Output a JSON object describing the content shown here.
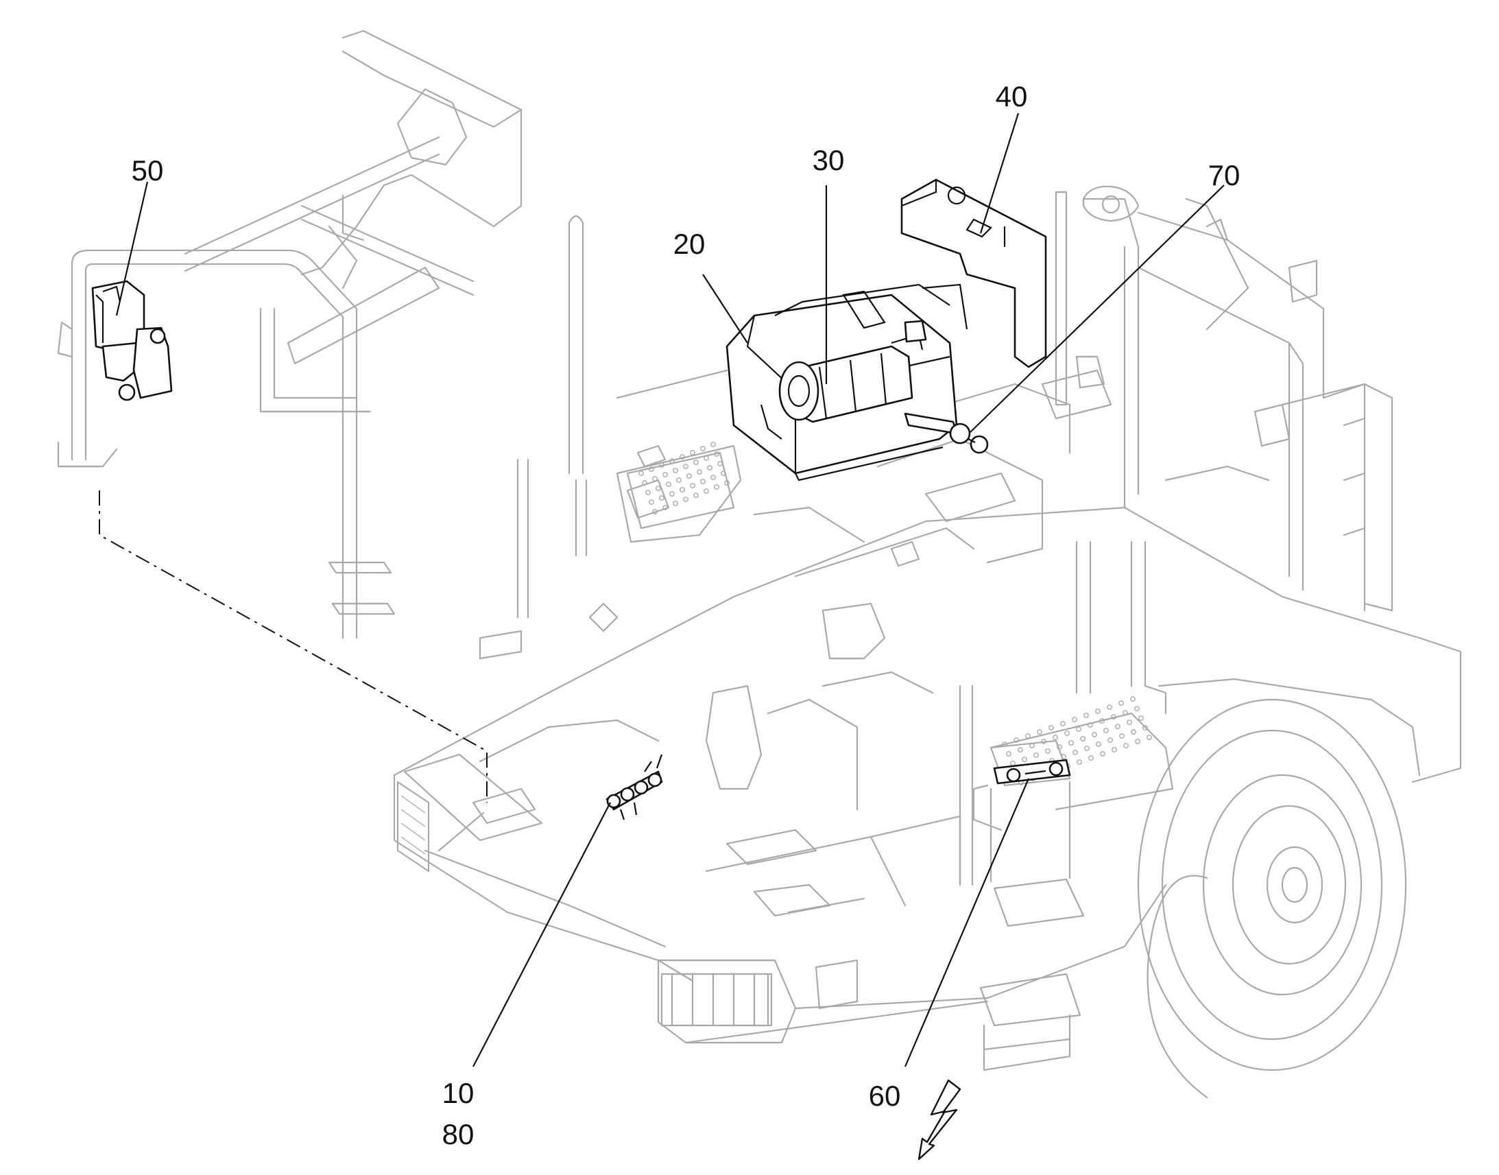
{
  "figure": {
    "callouts": [
      {
        "id": "c10",
        "text": "10"
      },
      {
        "id": "c20",
        "text": "20"
      },
      {
        "id": "c30",
        "text": "30"
      },
      {
        "id": "c40",
        "text": "40"
      },
      {
        "id": "c50",
        "text": "50"
      },
      {
        "id": "c60",
        "text": "60"
      },
      {
        "id": "c70",
        "text": "70"
      },
      {
        "id": "c80",
        "text": "80"
      }
    ],
    "symbols": {
      "electrical": "lightning-bolt-arrow-icon"
    },
    "colors": {
      "highlighted_parts": "#111111",
      "context_machine": "#a9a9a9",
      "background": "#ffffff"
    }
  }
}
